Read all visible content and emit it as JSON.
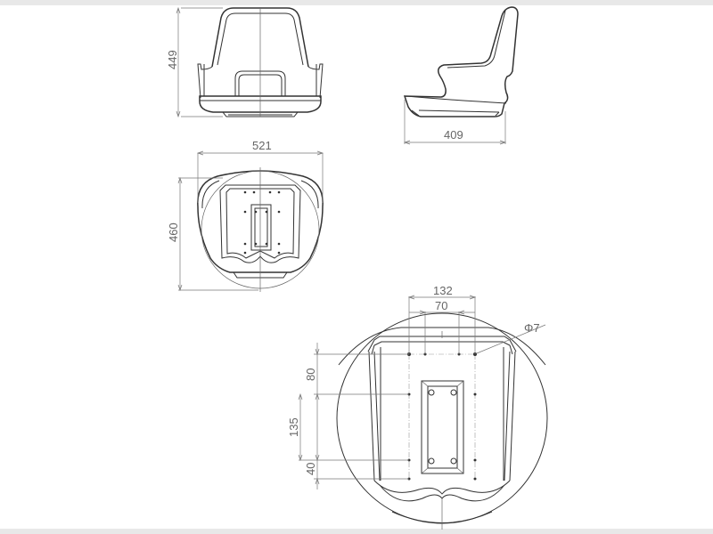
{
  "drawing": {
    "views": {
      "front": {
        "dim_height": "449"
      },
      "side": {
        "dim_depth": "409"
      },
      "top": {
        "dim_width": "521",
        "dim_height": "460"
      },
      "detail": {
        "dim_outer_spacing": "132",
        "dim_inner_spacing": "70",
        "dim_hole": "Φ7",
        "dim_v1": "80",
        "dim_v2": "135",
        "dim_v3": "40"
      }
    },
    "colors": {
      "line": "#333333",
      "dimension": "#777777",
      "background": "#ffffff"
    }
  }
}
